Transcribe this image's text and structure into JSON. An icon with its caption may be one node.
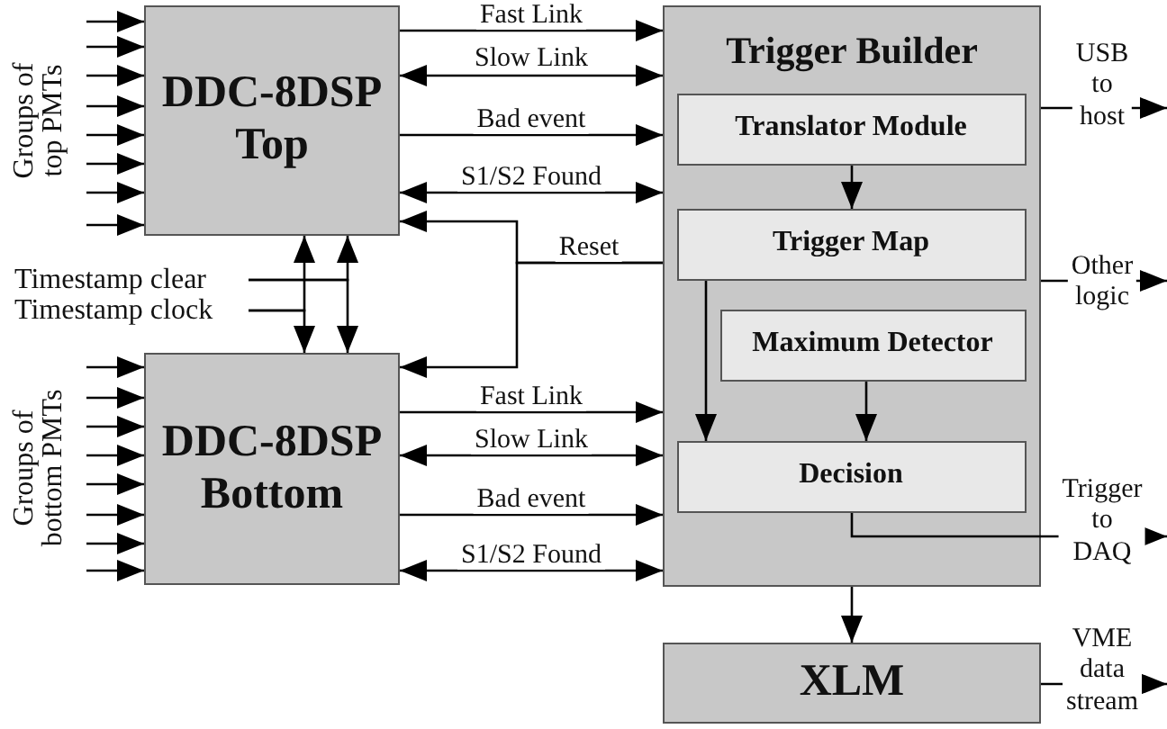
{
  "diagram": {
    "nodes": [
      {
        "text": [
          "DDC-8DSP Top"
        ]
      },
      {
        "text": [
          "DDC-8DSP Bottom"
        ]
      },
      {
        "text": [
          "Trigger Builder"
        ]
      },
      {
        "text": [
          "Translator Module"
        ],
        "in": 2
      },
      {
        "text": [
          "Trigger Map"
        ],
        "in": 2
      },
      {
        "text": [
          "Maximum Detector"
        ],
        "in": 2
      },
      {
        "text": [
          "Decision"
        ],
        "in": 2
      },
      {
        "text": [
          "XLM"
        ]
      },
      {
        "text": [
          "Timestamp clear"
        ]
      },
      {
        "text": [
          "Timestamp clock"
        ]
      }
    ],
    "edges": [
      {
        "from": null,
        "to": 0,
        "arrow": "to"
      },
      {
        "from": null,
        "to": 0,
        "arrow": "to"
      },
      {
        "from": null,
        "to": 0,
        "arrow": "to"
      },
      {
        "from": null,
        "to": 0,
        "arrow": "to"
      },
      {
        "from": null,
        "to": 0,
        "arrow": "to"
      },
      {
        "from": null,
        "to": 0,
        "arrow": "to"
      },
      {
        "from": null,
        "to": 0,
        "arrow": "to"
      },
      {
        "from": null,
        "to": 0,
        "arrow": "to"
      },
      {
        "from": null,
        "to": 1,
        "arrow": "to"
      },
      {
        "from": null,
        "to": 1,
        "arrow": "to"
      },
      {
        "from": null,
        "to": 1,
        "arrow": "to"
      },
      {
        "from": null,
        "to": 1,
        "arrow": "to"
      },
      {
        "from": null,
        "to": 1,
        "arrow": "to"
      },
      {
        "from": null,
        "to": 1,
        "arrow": "to"
      },
      {
        "from": null,
        "to": 1,
        "arrow": "to"
      },
      {
        "from": null,
        "to": 1,
        "arrow": "to"
      },
      {
        "from": 0,
        "to": 2,
        "arrow": "to",
        "label": "Fast Link"
      },
      {
        "from": 0,
        "to": 2,
        "arrow": "both",
        "label": "Slow Link"
      },
      {
        "from": 0,
        "to": 2,
        "arrow": "to",
        "label": "Bad event"
      },
      {
        "from": 0,
        "to": 2,
        "arrow": "both",
        "label": "S1/S2 Found"
      },
      {
        "from": 2,
        "to": 0,
        "arrow": "to",
        "label": "Reset"
      },
      {
        "from": 2,
        "to": 1,
        "arrow": "to"
      },
      {
        "from": 8,
        "to": 0,
        "arrow": "to"
      },
      {
        "from": 8,
        "to": 1,
        "arrow": "to"
      },
      {
        "from": 9,
        "to": 0,
        "arrow": "to"
      },
      {
        "from": 9,
        "to": 1,
        "arrow": "to"
      },
      {
        "from": 1,
        "to": 2,
        "arrow": "to",
        "label": "Fast Link"
      },
      {
        "from": 1,
        "to": 2,
        "arrow": "both",
        "label": "Slow Link"
      },
      {
        "from": 1,
        "to": 2,
        "arrow": "to",
        "label": "Bad event"
      },
      {
        "from": 1,
        "to": 2,
        "arrow": "both",
        "label": "S1/S2 Found"
      },
      {
        "from": 3,
        "to": 4,
        "arrow": "to"
      },
      {
        "from": 4,
        "to": 6,
        "arrow": "to"
      },
      {
        "from": 5,
        "to": 6,
        "arrow": "to"
      },
      {
        "from": 6,
        "to": null,
        "arrow": "to",
        "label": "Trigger to DAQ"
      },
      {
        "from": 2,
        "to": null,
        "arrow": "to",
        "label": "USB to host"
      },
      {
        "from": 2,
        "to": null,
        "arrow": "to",
        "label": "Other logic"
      },
      {
        "from": 2,
        "to": 7,
        "arrow": "to"
      },
      {
        "from": 7,
        "to": null,
        "arrow": "to",
        "label": "VME data stream"
      }
    ],
    "labels": [
      "Groups of top PMTs",
      "Groups of bottom PMTs"
    ]
  }
}
